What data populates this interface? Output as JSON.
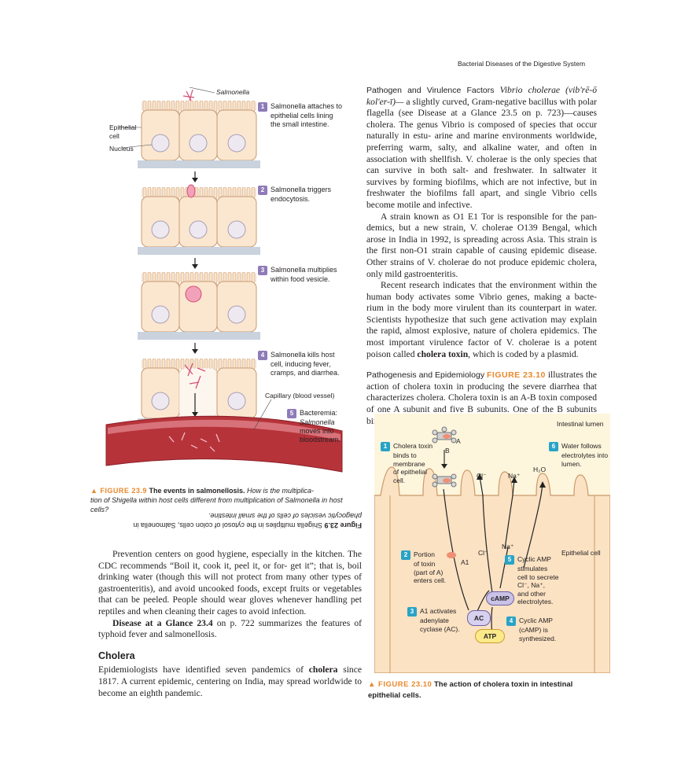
{
  "header": {
    "running_title": "Bacterial Diseases of the Digestive System"
  },
  "right_column": {
    "pathogen_heading": "Pathogen and Virulence Factors",
    "pathogen_lines": [
      "a slightly curved, Gram-negative bacillus with polar flagella",
      "(see Disease at a Glance 23.5 on p. 723)—causes cholera. The",
      "genus Vibrio is composed of species that occur naturally in estu-",
      "arine and marine environments worldwide, preferring warm,",
      "salty, and alkaline water, and often in association with shellfish.",
      "V. cholerae is the only species that can survive in both salt- and",
      "freshwater. In saltwater it survives by forming biofilms, which",
      "are not infective, but in freshwater the biofilms fall apart, and",
      "single Vibrio cells become motile and infective."
    ],
    "pathogen_first_line": "Vibrio cholerae (vib'rē-ō kol'er-ī)—",
    "p2_lines": [
      "A strain known as O1 E1 Tor is responsible for the pan-",
      "demics, but a new strain, V. cholerae O139 Bengal, which arose",
      "in India in 1992, is spreading across Asia. This strain is the",
      "first non-O1 strain capable of causing epidemic disease. Other",
      "strains of V. cholerae do not produce epidemic cholera, only mild",
      "gastroenteritis."
    ],
    "p3_lines": [
      "Recent research indicates that the environment within",
      "the human body activates some Vibrio genes, making a bacte-",
      "rium in the body more virulent than its counterpart in water.",
      "Scientists hypothesize that such gene activation may explain",
      "the rapid, almost explosive, nature of cholera epidemics. The",
      "most important virulence factor of V. cholerae is a potent poison"
    ],
    "p3_last_pre": "called",
    "p3_last_bold": "cholera toxin",
    "p3_last_post": ", which is coded by a plasmid.",
    "patho_heading": "Pathogenesis and Epidemiology",
    "patho_figref": "FIGURE 23.10",
    "patho_first": " illustrates the",
    "patho_lines": [
      "action of cholera toxin in producing the severe diarrhea that",
      "characterizes cholera. Cholera toxin is an A-B toxin composed of",
      "one A subunit and five B subunits. One of the B subunits binds to"
    ]
  },
  "left_column": {
    "p1_lines": [
      "Prevention centers on good hygiene, especially in the",
      "kitchen. The CDC recommends “Boil it, cook it, peel it, or for-",
      "get it”; that is, boil drinking water (though this will not protect",
      "from many other types of gastroenteritis), and avoid uncooked",
      "foods, except fruits or vegetables that can be peeled. People",
      "should wear gloves whenever handling pet reptiles and when",
      "cleaning their cages to avoid infection."
    ],
    "p2_bold": "Disease at a Glance 23.4",
    "p2_rest": " on p. 722 summarizes the features",
    "p2_line2": "of typhoid fever and salmonellosis.",
    "section_title": "Cholera",
    "p3_pre": "Epidemiologists have identified seven pandemics of ",
    "p3_bold": "cholera",
    "p3_lines": [
      "since 1817. A current epidemic, centering on India, may spread",
      "worldwide to become an eighth pandemic."
    ]
  },
  "figure_23_9": {
    "label_salmonella": "Salmonella",
    "label_epithelial": "Epithelial",
    "label_cell": "cell",
    "label_nucleus": "Nucleus",
    "label_capillary": "Capillary (blood vessel)",
    "steps": [
      {
        "num": "1",
        "lines": [
          "Salmonella attaches to",
          "epithelial cells lining",
          "the small intestine."
        ]
      },
      {
        "num": "2",
        "lines": [
          "Salmonella triggers",
          "endocytosis."
        ]
      },
      {
        "num": "3",
        "lines": [
          "Salmonella multiplies",
          "within food vesicle."
        ]
      },
      {
        "num": "4",
        "lines": [
          "Salmonella kills host",
          "cell, inducing fever,",
          "cramps, and diarrhea."
        ]
      },
      {
        "num": "5",
        "lines": [
          "Bacteremia:",
          "Salmonella",
          "moves into",
          "bloodstream."
        ]
      }
    ],
    "caption_fig": "▲ FIGURE 23.9",
    "caption_title": "The events in salmonellosis.",
    "caption_q1": "How is the multiplica-",
    "caption_q2": "tion of Shigella within host cells different from multiplication of Salmonella in host cells?",
    "answer_fig": "Figure 23.9",
    "answer_l1": "Shigella multiplies in the cytosol of colon cells, Salmonella in",
    "answer_l2": "phagocytic vesicles of cells of the small intestine."
  },
  "figure_23_10": {
    "intestinal_lumen": "Intestinal lumen",
    "epithelial_cell": "Epithelial cell",
    "toxin_A": "A",
    "toxin_B": "B",
    "cl1": "Cl⁻",
    "na1": "Na⁺",
    "h2o": "H₂O",
    "cl2": "Cl⁻",
    "na2": "Na⁺",
    "a1": "A1",
    "camp": "cAMP",
    "ac": "AC",
    "atp": "ATP",
    "steps": [
      {
        "num": "1",
        "lines": [
          "Cholera toxin",
          "binds to",
          "membrane",
          "of epithelial",
          "cell."
        ]
      },
      {
        "num": "2",
        "lines": [
          "Portion",
          "of toxin",
          "(part of A)",
          "enters cell."
        ]
      },
      {
        "num": "3",
        "lines": [
          "A1 activates",
          "adenylate",
          "cyclase (AC)."
        ]
      },
      {
        "num": "4",
        "lines": [
          "Cyclic AMP",
          "(cAMP) is",
          "synthesized."
        ]
      },
      {
        "num": "5",
        "lines": [
          "Cyclic AMP",
          "stimulates",
          "cell to secrete",
          "Cl⁻, Na⁺,",
          "and other",
          "electrolytes."
        ]
      },
      {
        "num": "6",
        "lines": [
          "Water follows",
          "electrolytes into",
          "lumen."
        ]
      }
    ],
    "caption_fig": "▲ FIGURE 23.10",
    "caption_title_1": "The action of cholera toxin in intestinal",
    "caption_title_2": "epithelial cells."
  }
}
